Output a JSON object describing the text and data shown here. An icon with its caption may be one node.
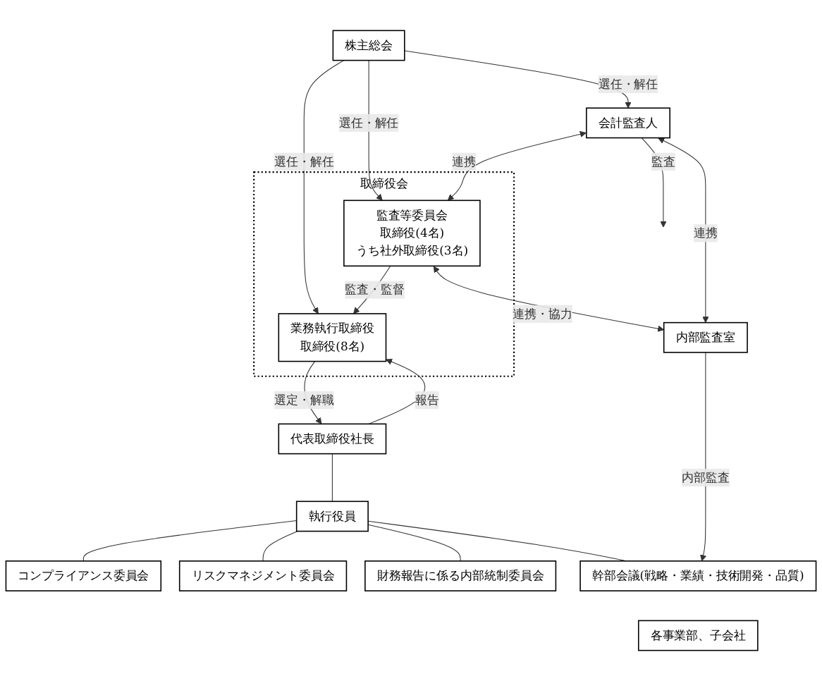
{
  "diagram": {
    "nodes": [
      {
        "text": [
          "株主総会"
        ]
      },
      {
        "text": [
          "会計監査人"
        ]
      },
      {
        "text": [
          "取締役会"
        ]
      },
      {
        "text": [
          "監査等委員会",
          "取締役(4名)",
          "うち社外取締役(3名)"
        ],
        "in": 2
      },
      {
        "text": [
          "業務執行取締役",
          "取締役(8名)"
        ],
        "in": 2
      },
      {
        "text": [
          "代表取締役社長"
        ]
      },
      {
        "text": [
          "執行役員"
        ]
      },
      {
        "text": [
          "コンプライアンス委員会"
        ]
      },
      {
        "text": [
          "リスクマネジメント委員会"
        ]
      },
      {
        "text": [
          "財務報告に係る内部統制委員会"
        ]
      },
      {
        "text": [
          "内部監査室"
        ]
      },
      {
        "text": [
          "幹部会議(戦略・業績・技術開発・品質)"
        ]
      },
      {
        "text": [
          "各事業部、子会社"
        ]
      }
    ],
    "edges": [
      {
        "from": 0,
        "to": 1,
        "arrow": "to",
        "label": "選任・解任"
      },
      {
        "from": 0,
        "to": 3,
        "arrow": "to",
        "label": "選任・解任"
      },
      {
        "from": 0,
        "to": 4,
        "arrow": "to",
        "label": "選任・解任"
      },
      {
        "from": 1,
        "to": 3,
        "arrow": "both",
        "label": "連携"
      },
      {
        "from": 3,
        "to": 4,
        "arrow": "to",
        "label": "監査・監督"
      },
      {
        "from": 1,
        "to": null,
        "arrow": "to",
        "label": "監査"
      },
      {
        "from": 5,
        "to": 4,
        "arrow": "to",
        "label": "報告"
      },
      {
        "from": 4,
        "to": 5,
        "arrow": "to",
        "label": "選定・解職"
      },
      {
        "from": 5,
        "to": 6,
        "arrow": "none"
      },
      {
        "from": 6,
        "to": 7,
        "arrow": "none"
      },
      {
        "from": 6,
        "to": 8,
        "arrow": "none"
      },
      {
        "from": 6,
        "to": 9,
        "arrow": "none"
      },
      {
        "from": 6,
        "to": 11,
        "arrow": "none"
      },
      {
        "from": 3,
        "to": 10,
        "arrow": "both",
        "label": "連携・協力"
      },
      {
        "from": 1,
        "to": 10,
        "arrow": "both",
        "label": "連携"
      },
      {
        "from": 10,
        "to": 11,
        "arrow": "to",
        "label": "内部監査"
      }
    ]
  }
}
